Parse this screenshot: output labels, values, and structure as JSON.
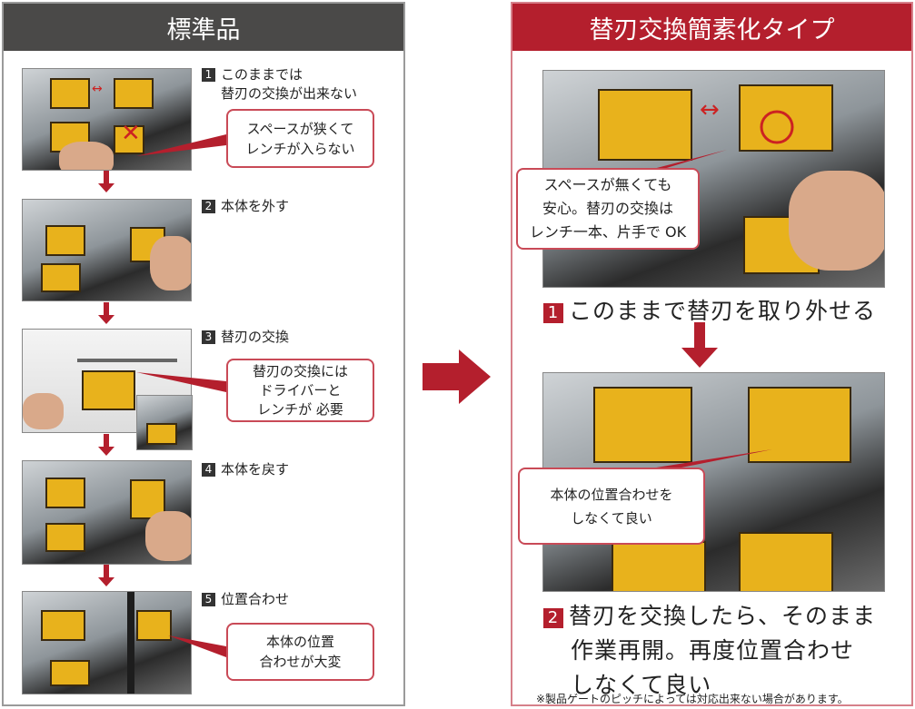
{
  "left": {
    "title": "標準品",
    "steps": [
      {
        "num": "1",
        "text": "このままでは",
        "text2": "替刃の交換が出来ない"
      },
      {
        "num": "2",
        "text": "本体を外す"
      },
      {
        "num": "3",
        "text": "替刃の交換"
      },
      {
        "num": "4",
        "text": "本体を戻す"
      },
      {
        "num": "5",
        "text": "位置合わせ"
      }
    ],
    "callouts": [
      {
        "l1": "スペースが狭くて",
        "l2": "レンチが入らない"
      },
      {
        "l1": "替刃の交換には",
        "l2": "ドライバーと",
        "l3": "レンチが 必要"
      },
      {
        "l1": "本体の位置",
        "l2": "合わせが大変"
      }
    ]
  },
  "right": {
    "title": "替刃交換簡素化タイプ",
    "callout1": {
      "l1": "スペースが無くても",
      "l2": "安心。替刃の交換は",
      "l3": "レンチ一本、片手で OK"
    },
    "step1": {
      "num": "1",
      "text": "このままで替刃を取り外せる"
    },
    "callout2": {
      "l1": "本体の位置合わせを",
      "l2": "しなくて良い"
    },
    "step2": {
      "num": "2",
      "l1": "替刃を交換したら、そのまま",
      "l2": "作業再開。再度位置合わせ",
      "l3": "しなくて良い"
    },
    "footnote": "※製品ゲートのピッチによっては対応出来ない場合があります。"
  },
  "colors": {
    "accent": "#b41f2d",
    "dark_header": "#4a4948"
  }
}
